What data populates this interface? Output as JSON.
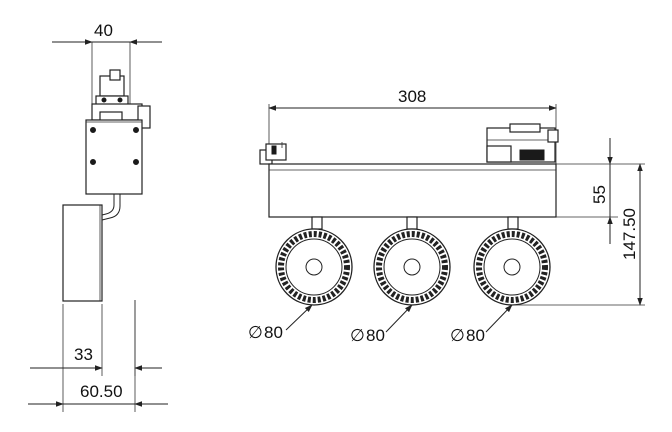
{
  "dimensions": {
    "side_width": "40",
    "side_depth_lamp": "33",
    "side_depth_total": "60.50",
    "front_length": "308",
    "front_body_height": "55",
    "front_total_height": "147.50",
    "lamp_diameter_1": "80",
    "lamp_diameter_2": "80",
    "lamp_diameter_3": "80"
  },
  "symbols": {
    "diameter": "∅"
  }
}
